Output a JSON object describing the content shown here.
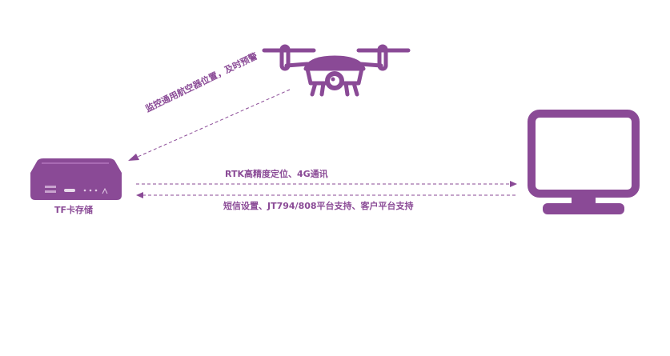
{
  "diagram": {
    "accent_color": "#8a4a96",
    "nodes": {
      "drone": {
        "icon": "drone-icon"
      },
      "device": {
        "icon": "tracker-device-icon",
        "label": "TF卡存储"
      },
      "monitor": {
        "icon": "monitor-icon"
      }
    },
    "links": {
      "drone_to_device": "监控通用航空器位置，及时预警",
      "device_to_monitor": "RTK高精度定位、4G通讯",
      "monitor_to_device": "短信设置、JT794/808平台支持、客户平台支持"
    }
  }
}
